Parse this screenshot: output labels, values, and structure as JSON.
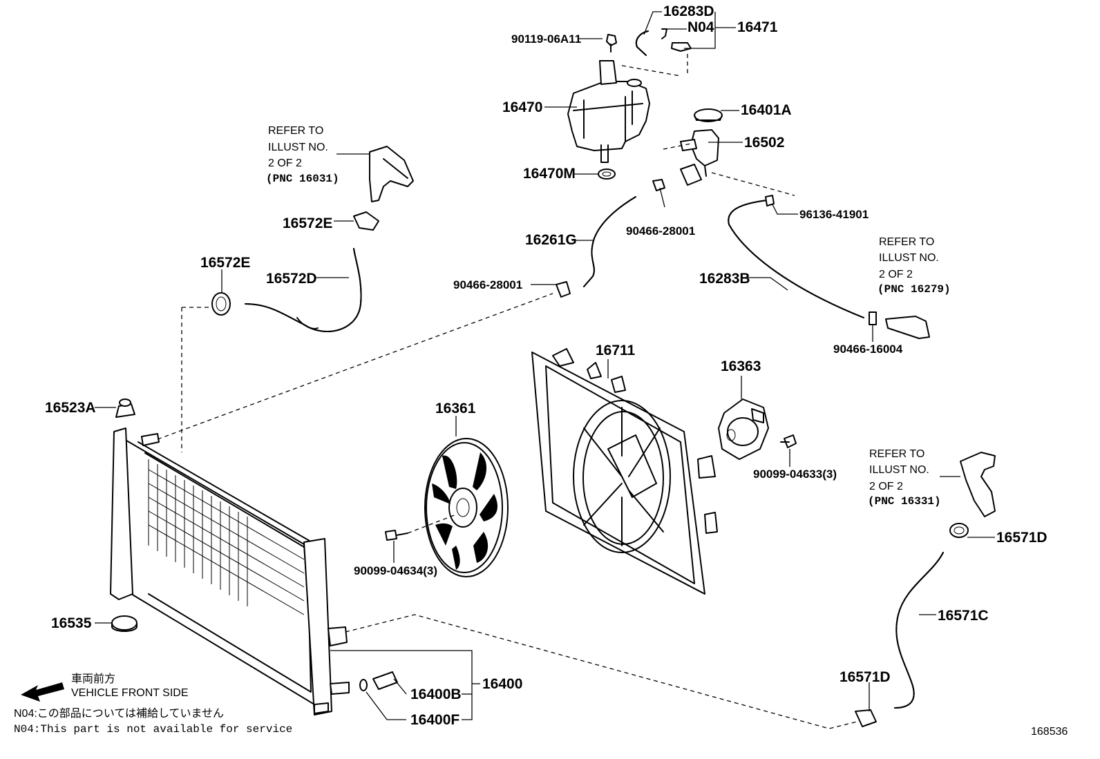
{
  "diagram_id": "168536",
  "parts": {
    "p16283D": "16283D",
    "pN04": "N04",
    "p16471": "16471",
    "p90119": "90119-06A11",
    "p16470": "16470",
    "p16401A": "16401A",
    "p16502": "16502",
    "p16470M": "16470M",
    "p90466_a": "90466-28001",
    "p96136": "96136-41901",
    "p16261G": "16261G",
    "p90466_b": "90466-28001",
    "p16283B": "16283B",
    "p16572E_top": "16572E",
    "p16572E_left": "16572E",
    "p16572D": "16572D",
    "p90466_16004": "90466-16004",
    "p16523A": "16523A",
    "p16711": "16711",
    "p16363": "16363",
    "p16361": "16361",
    "p90099_04633": "90099-04633(3)",
    "p90099_04634": "90099-04634(3)",
    "p16571D_top": "16571D",
    "p16571C": "16571C",
    "p16571D_bot": "16571D",
    "p16535": "16535",
    "p16400": "16400",
    "p16400B": "16400B",
    "p16400F": "16400F"
  },
  "refers": {
    "r1": [
      "REFER TO",
      "ILLUST NO.",
      "2 OF 2",
      "(PNC 16031)"
    ],
    "r2": [
      "REFER TO",
      "ILLUST NO.",
      "2 OF 2",
      "(PNC 16279)"
    ],
    "r3": [
      "REFER TO",
      "ILLUST NO.",
      "2 OF 2",
      "(PNC 16331)"
    ]
  },
  "legend": {
    "front_jp": "車両前方",
    "front_en": "VEHICLE FRONT SIDE",
    "n04_jp": "N04:この部品については補給していません",
    "n04_en": "N04:This part is not available for service"
  }
}
